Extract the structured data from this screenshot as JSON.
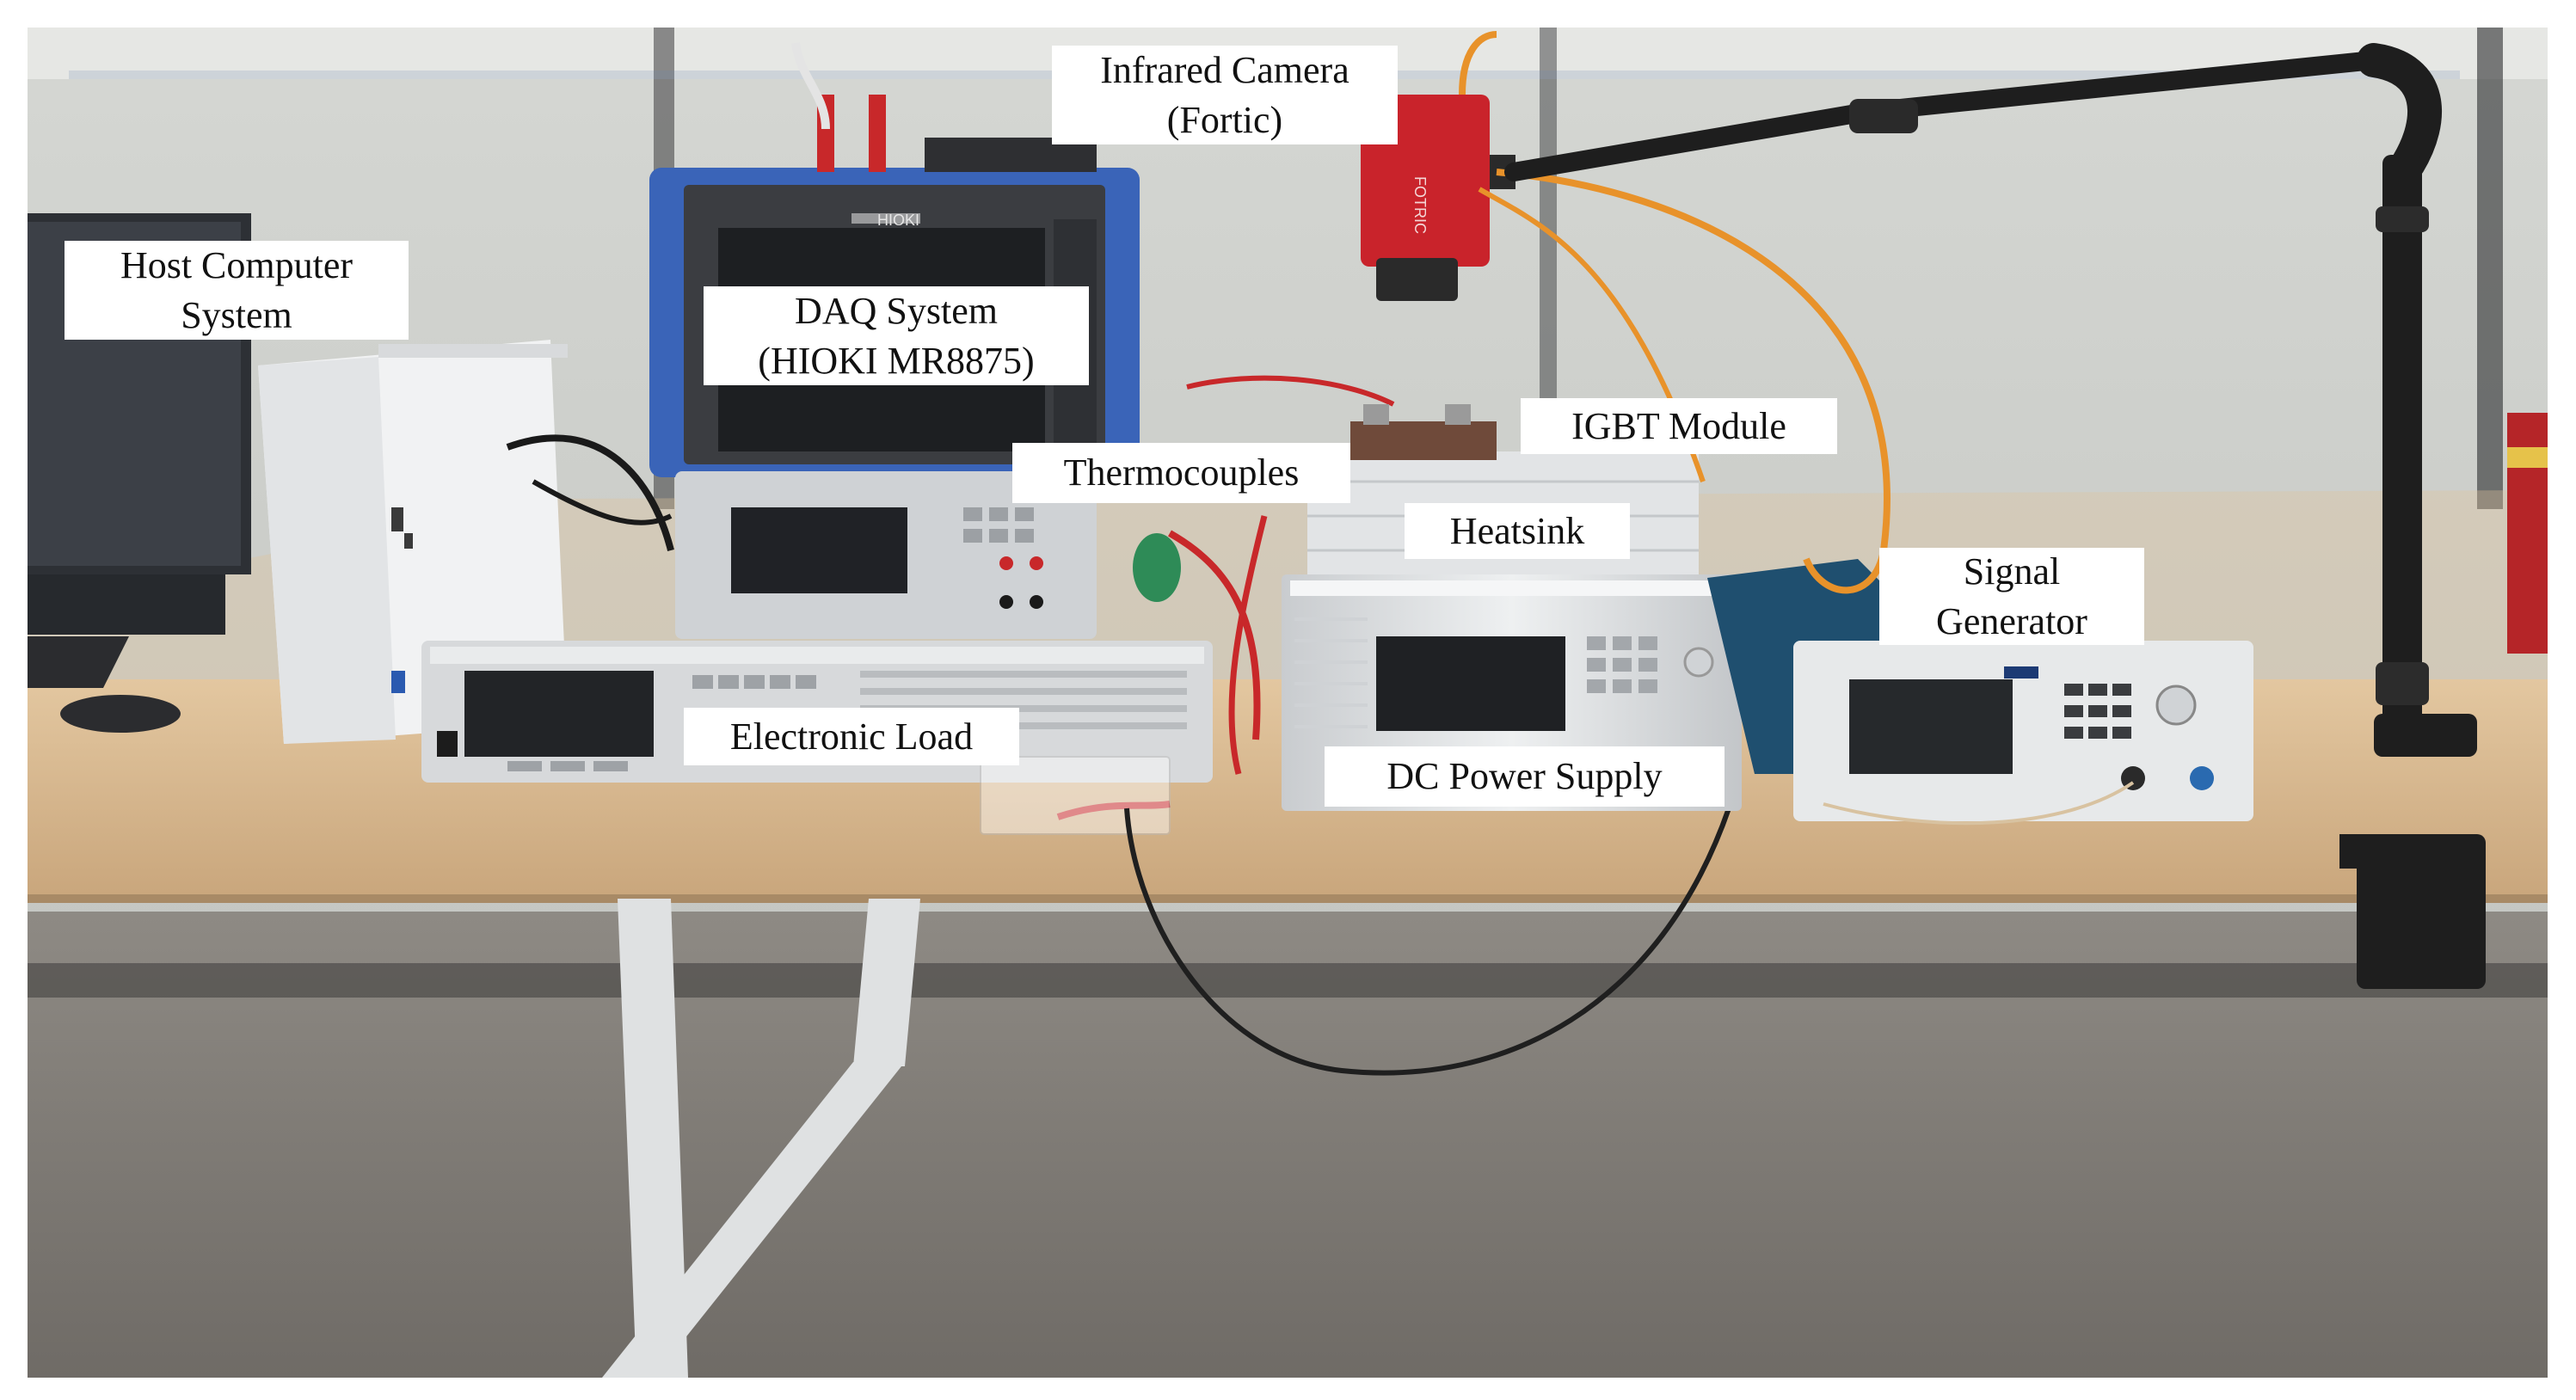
{
  "labels": {
    "host_computer": {
      "line1": "Host Computer",
      "line2": "System"
    },
    "daq": {
      "line1": "DAQ System",
      "line2": "(HIOKI MR8875)"
    },
    "infrared_camera": {
      "line1": "Infrared Camera",
      "line2": "(Fortic)"
    },
    "igbt_module": {
      "text": "IGBT Module"
    },
    "thermocouples": {
      "text": "Thermocouples"
    },
    "heatsink": {
      "text": "Heatsink"
    },
    "signal_generator": {
      "line1": "Signal",
      "line2": "Generator"
    },
    "electronic_load": {
      "text": "Electronic Load"
    },
    "dc_power_supply": {
      "text": "DC Power Supply"
    }
  },
  "device_marks": {
    "daq_brand": "HIOKI",
    "camera_brand": "FOTRIC"
  },
  "colors": {
    "wall_glass": "#c9ccc8",
    "floor": "#8a8680",
    "desk_top": "#d6b58e",
    "daq_blue": "#3a64b8",
    "camera_red": "#c9232b",
    "cable_orange": "#e8922a",
    "cable_red": "#c8282a",
    "arm_black": "#1e1e1e"
  }
}
